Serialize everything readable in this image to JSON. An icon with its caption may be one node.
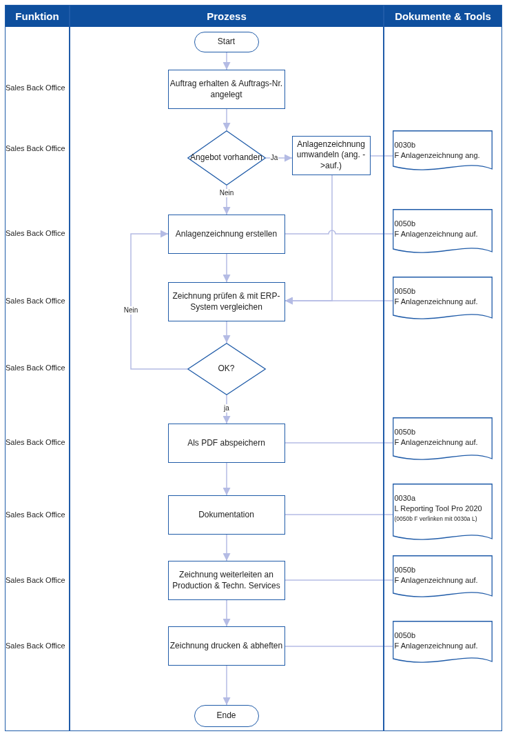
{
  "diagram": {
    "nodes": [
      {
        "text": [
          "Funktion"
        ]
      },
      {
        "text": [
          "Prozess"
        ]
      },
      {
        "text": [
          "Dokumente & Tools"
        ]
      },
      {
        "text": [
          "Start"
        ],
        "in": 1
      },
      {
        "text": [
          "Auftrag erhalten & Auftrags-Nr. angelegt"
        ],
        "in": 1
      },
      {
        "text": [
          "Angebot vorhanden"
        ],
        "in": 1
      },
      {
        "text": [
          "Anlagenzeichnung umwandeln (ang. ->auf.)"
        ],
        "in": 1
      },
      {
        "text": [
          "0030b",
          "F Anlagenzeichnung ang."
        ],
        "in": 2
      },
      {
        "text": [
          "Anlagenzeichnung erstellen"
        ],
        "in": 1
      },
      {
        "text": [
          "0050b",
          "F Anlagenzeichnung auf."
        ],
        "in": 2
      },
      {
        "text": [
          "Zeichnung prüfen & mit ERP-System vergleichen"
        ],
        "in": 1
      },
      {
        "text": [
          "0050b",
          "F Anlagenzeichnung auf."
        ],
        "in": 2
      },
      {
        "text": [
          "OK?"
        ],
        "in": 1
      },
      {
        "text": [
          "Als PDF abspeichern"
        ],
        "in": 1
      },
      {
        "text": [
          "0050b",
          "F Anlagenzeichnung auf."
        ],
        "in": 2
      },
      {
        "text": [
          "Dokumentation"
        ],
        "in": 1
      },
      {
        "text": [
          "0030a",
          "L Reporting Tool Pro 2020",
          "(0050b F verlinken mit 0030a L)"
        ],
        "in": 2
      },
      {
        "text": [
          "Zeichnung weiterleiten an Production & Techn. Services"
        ],
        "in": 1
      },
      {
        "text": [
          "0050b",
          "F Anlagenzeichnung auf."
        ],
        "in": 2
      },
      {
        "text": [
          "Zeichnung drucken & abheften"
        ],
        "in": 1
      },
      {
        "text": [
          "0050b",
          "F Anlagenzeichnung auf."
        ],
        "in": 2
      },
      {
        "text": [
          "Ende"
        ],
        "in": 1
      }
    ],
    "edges": [
      {
        "from": 3,
        "to": 4,
        "arrow": "to"
      },
      {
        "from": 4,
        "to": 5,
        "arrow": "to"
      },
      {
        "from": 5,
        "to": 6,
        "arrow": "to",
        "label": "Ja"
      },
      {
        "from": 5,
        "to": 8,
        "arrow": "to",
        "label": "Nein"
      },
      {
        "from": 6,
        "to": 7,
        "arrow": "none"
      },
      {
        "from": 6,
        "to": 10,
        "arrow": "to"
      },
      {
        "from": 8,
        "to": 9,
        "arrow": "none"
      },
      {
        "from": 8,
        "to": 10,
        "arrow": "to"
      },
      {
        "from": 11,
        "to": 10,
        "arrow": "to"
      },
      {
        "from": 10,
        "to": 12,
        "arrow": "to"
      },
      {
        "from": 12,
        "to": 8,
        "arrow": "to",
        "label": "Nein"
      },
      {
        "from": 12,
        "to": 13,
        "arrow": "to",
        "label": "ja"
      },
      {
        "from": 13,
        "to": 14,
        "arrow": "none"
      },
      {
        "from": 13,
        "to": 15,
        "arrow": "to"
      },
      {
        "from": 15,
        "to": 16,
        "arrow": "none"
      },
      {
        "from": 15,
        "to": 17,
        "arrow": "to"
      },
      {
        "from": 17,
        "to": 18,
        "arrow": "none"
      },
      {
        "from": 17,
        "to": 19,
        "arrow": "to"
      },
      {
        "from": 19,
        "to": 20,
        "arrow": "none"
      },
      {
        "from": 19,
        "to": 21,
        "arrow": "to"
      }
    ],
    "labels": [
      "Sales Back Office",
      "Sales Back Office",
      "Sales Back Office",
      "Sales Back Office",
      "Sales Back Office",
      "Sales Back Office",
      "Sales Back Office",
      "Sales Back Office",
      "Sales Back Office"
    ]
  }
}
